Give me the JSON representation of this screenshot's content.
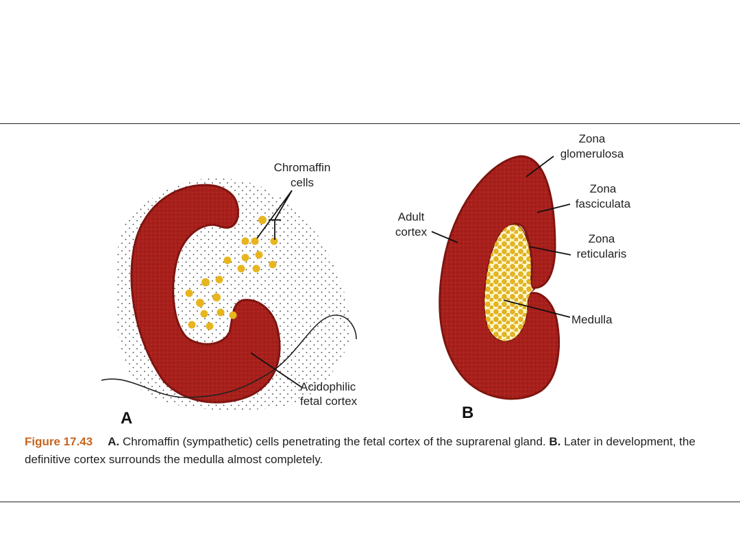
{
  "panel_a": {
    "letter": "A",
    "label_chromaffin_line1": "Chromaffin",
    "label_chromaffin_line2": "cells",
    "label_acidophilic_line1": "Acidophilic",
    "label_acidophilic_line2": "fetal cortex"
  },
  "panel_b": {
    "letter": "B",
    "label_zona_glom_line1": "Zona",
    "label_zona_glom_line2": "glomerulosa",
    "label_zona_fasc_line1": "Zona",
    "label_zona_fasc_line2": "fasciculata",
    "label_zona_ret_line1": "Zona",
    "label_zona_ret_line2": "reticularis",
    "label_adult_line1": "Adult",
    "label_adult_line2": "cortex",
    "label_medulla": "Medulla"
  },
  "caption": {
    "figure_number": "Figure 17.43",
    "a_marker": "A.",
    "a_text": " Chromaffin (sympathetic) cells penetrating the fetal cortex of the suprarenal gland. ",
    "b_marker": "B.",
    "b_text": " Later in development, the definitive cortex surrounds the medulla almost completely."
  },
  "colors": {
    "cortex": "#a8201c",
    "cortex_dark": "#7e1410",
    "medulla": "#fdf6c4",
    "chromaffin": "#e7b51e"
  }
}
